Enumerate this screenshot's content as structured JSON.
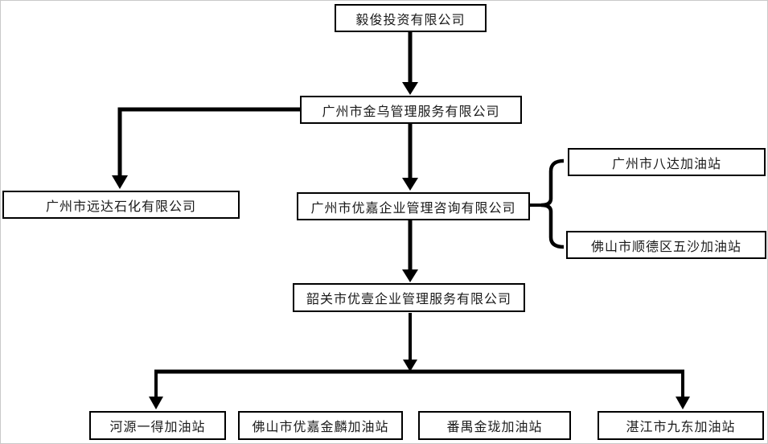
{
  "diagram": {
    "type": "org-flowchart",
    "nodes": {
      "root": {
        "label": "毅俊投资有限公司"
      },
      "jinwu": {
        "label": "广州市金乌管理服务有限公司"
      },
      "yuanda": {
        "label": "广州市远达石化有限公司"
      },
      "youjia": {
        "label": "广州市优嘉企业管理咨询有限公司"
      },
      "bada": {
        "label": "广州市八达加油站"
      },
      "wusha": {
        "label": "佛山市顺德区五沙加油站"
      },
      "youyi": {
        "label": "韶关市优壹企业管理服务有限公司"
      },
      "heyuan": {
        "label": "河源一得加油站"
      },
      "jinlin": {
        "label": "佛山市优嘉金麟加油站"
      },
      "panyu": {
        "label": "番禺金珑加油站"
      },
      "zhanjiang": {
        "label": "湛江市九东加油站"
      }
    },
    "edges": [
      {
        "from": "root",
        "to": "jinwu",
        "style": "arrow-down"
      },
      {
        "from": "jinwu",
        "to": "yuanda",
        "style": "elbow-left-arrow-down"
      },
      {
        "from": "jinwu",
        "to": "youjia",
        "style": "arrow-down"
      },
      {
        "from": "youjia",
        "to": "bada",
        "style": "brace-right"
      },
      {
        "from": "youjia",
        "to": "wusha",
        "style": "brace-right"
      },
      {
        "from": "youjia",
        "to": "youyi",
        "style": "arrow-down"
      },
      {
        "from": "youyi",
        "to": "heyuan",
        "style": "bus-arrow-down"
      },
      {
        "from": "youyi",
        "to": "jinlin",
        "style": "bus"
      },
      {
        "from": "youyi",
        "to": "panyu",
        "style": "bus"
      },
      {
        "from": "youyi",
        "to": "zhanjiang",
        "style": "bus-arrow-down"
      }
    ],
    "colors": {
      "line": "#000000",
      "box_border": "#000000",
      "box_fill": "#ffffff",
      "text": "#1a1a1a",
      "background": "#ffffff"
    }
  }
}
